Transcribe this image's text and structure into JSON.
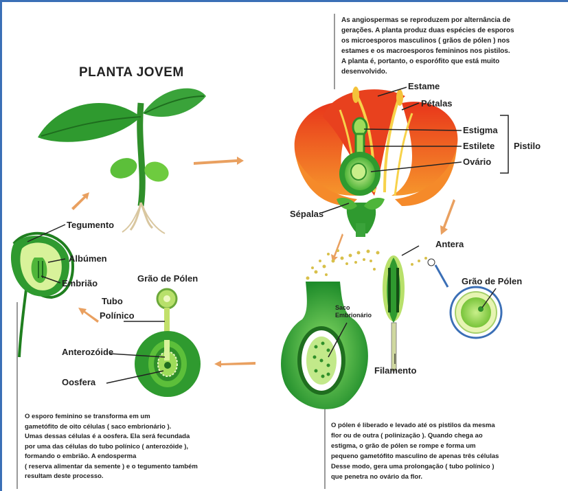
{
  "title": "PLANTA JOVEM",
  "intro_text": [
    "As angiospermas se reproduzem por alternância de",
    "gerações. A planta produz duas espécies de esporos",
    "os microesporos masculinos ( grãos de pólen ) nos",
    "estames e os macroesporos femininos nos pistilos.",
    "A planta é, portanto, o esporófito que está muito",
    "desenvolvido."
  ],
  "flower_labels": {
    "estame": "Estame",
    "petalas": "Pétalas",
    "estigma": "Estigma",
    "estilete": "Estilete",
    "ovario": "Ovário",
    "pistilo": "Pistilo",
    "sepalas": "Sépalas"
  },
  "anther_labels": {
    "antera": "Antera",
    "grao_polen_right": "Grão de Pólen",
    "filamento": "Filamento",
    "saco_embrionario_1": "Saco",
    "saco_embrionario_2": "Embrionário"
  },
  "seed_labels": {
    "tegumento": "Tegumento",
    "albumen": "Albúmen",
    "embriao": "Embrião"
  },
  "fertilization_labels": {
    "grao_polen": "Grão de Pólen",
    "tubo": "Tubo",
    "polinico": "Polínico",
    "anterozoide": "Anterozóide",
    "oosfera": "Oosfera"
  },
  "bottom_left_text": [
    "O esporo feminino se transforma em um",
    "gametófito de oito células ( saco embrionário ).",
    "Umas dessas células é a oosfera. Ela será fecundada",
    "por uma das células  do tubo polínico ( anterozóide ),",
    "formando o embrião. A endosperma",
    "( reserva alimentar da semente ) e o  tegumento também",
    "resultam deste processo."
  ],
  "bottom_right_text": [
    "O pólen é liberado e levado até os pistilos da mesma",
    "flor ou de outra ( polinização ). Quando chega ao",
    "estigma, o grão de pólen se rompe e forma um",
    "pequeno gametófito masculino de apenas três células",
    "Desse modo, gera uma prolongação ( tubo polínico )",
    "que penetra no ovário da flor."
  ],
  "colors": {
    "leaf_green": "#2f9a2f",
    "light_green": "#8fd14f",
    "petal_red": "#e8411e",
    "petal_orange": "#f58a2a",
    "arrow_orange": "#e9a060",
    "frame_blue": "#3b6fb6"
  }
}
